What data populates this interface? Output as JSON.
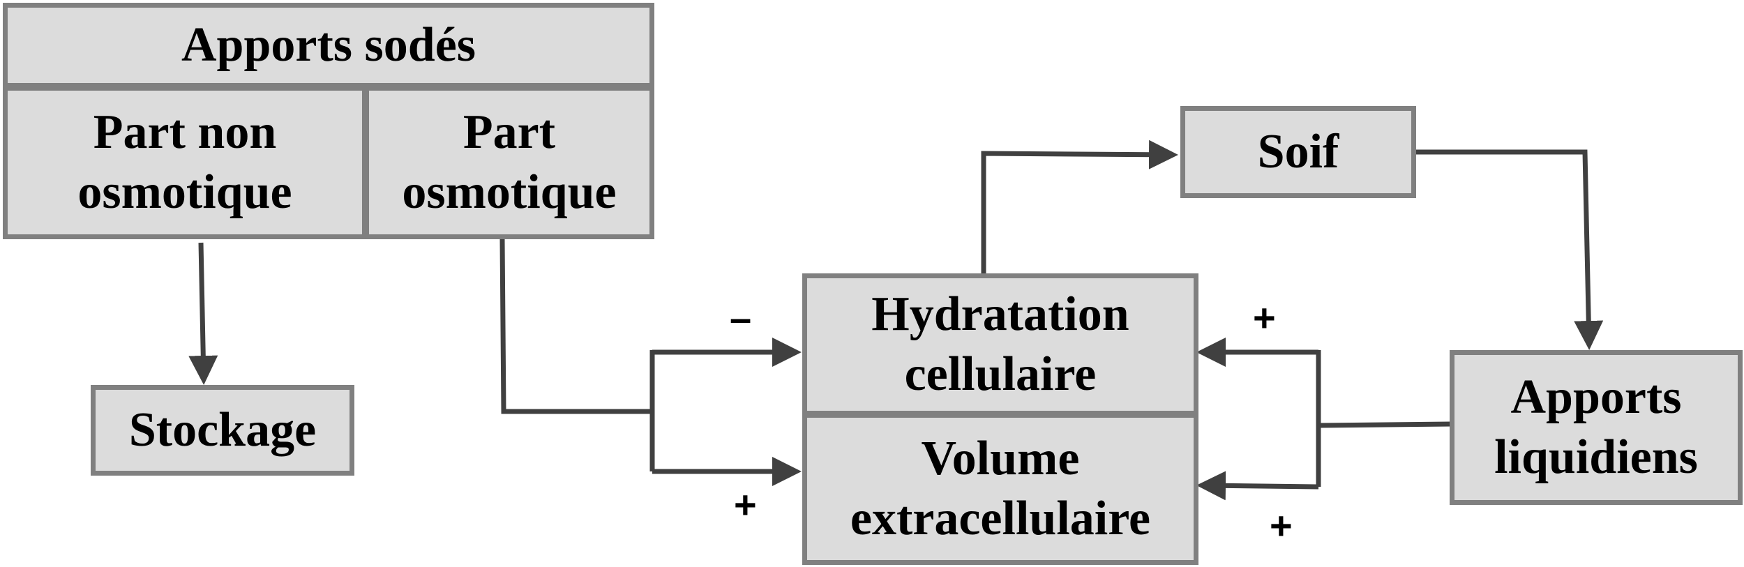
{
  "apports_sodes": {
    "title": "Apports sodés",
    "non_osmotic": "Part non\nosmotique",
    "osmotic": "Part\nosmotique"
  },
  "stockage": "Stockage",
  "soif": "Soif",
  "hydratation": "Hydratation\ncellulaire",
  "volume": "Volume\nextracellulaire",
  "apports_liquidiens": "Apports\nliquidiens",
  "signs": {
    "minus_hydratation": "–",
    "plus_volume": "+",
    "plus_liquid_hydratation": "+",
    "plus_liquid_volume": "+"
  },
  "colors": {
    "box_fill": "#dcdcdc",
    "box_border": "#808080",
    "arrow": "#404040"
  }
}
